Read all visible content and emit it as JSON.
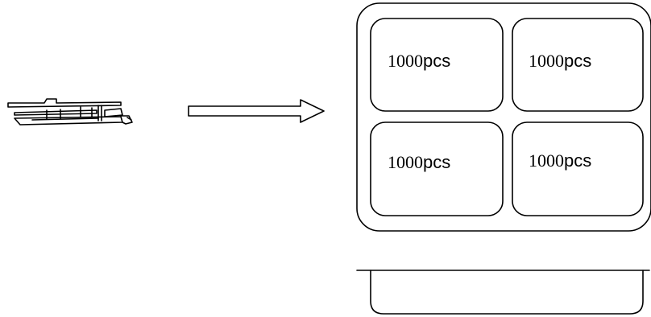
{
  "tray": {
    "compartments": [
      {
        "number": "1000",
        "unit": "pcs"
      },
      {
        "number": "1000",
        "unit": "pcs"
      },
      {
        "number": "1000",
        "unit": "pcs"
      },
      {
        "number": "1000",
        "unit": "pcs"
      }
    ]
  },
  "colors": {
    "stroke": "#000000",
    "background": "#ffffff"
  },
  "icons": {
    "part": "connector-terminal-icon",
    "arrow": "hollow-right-arrow-icon"
  }
}
